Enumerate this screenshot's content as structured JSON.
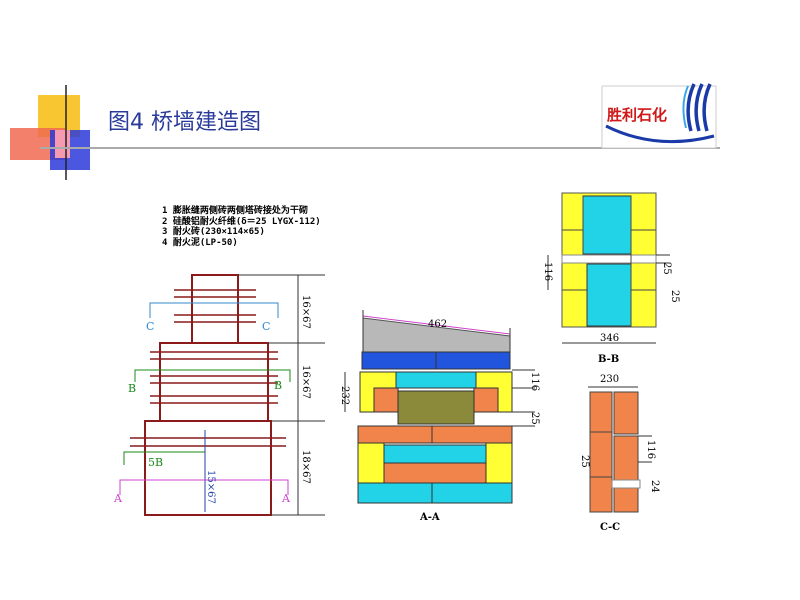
{
  "slide": {
    "title": "图4  桥墙建造图",
    "logo_text": "胜利石化"
  },
  "notes": [
    "1  膨胀缝两侧砖两侧塔砖接处为干砌",
    "2  硅酸铝耐火纤维(δ＝25  LYGX-112)",
    "3  耐火砖(230×114×65)",
    "4  耐火泥(LP-50)"
  ],
  "elevation": {
    "dim_top": "16×67",
    "dim_mid": "16×67",
    "dim_bot": "18×67",
    "dim_inner": "15×67",
    "label_c_left": "C",
    "label_c_right": "C",
    "label_b_left": "B",
    "label_b_right": "B",
    "label_5b": "5B",
    "label_a_left": "A",
    "label_a_right": "A"
  },
  "section_aa": {
    "caption": "A-A",
    "dim_top": "462",
    "dim_left": "232",
    "dim_right_1": "116",
    "dim_right_2": "25"
  },
  "section_bb": {
    "caption": "B-B",
    "dim_bottom": "346",
    "dim_left": "116",
    "dim_right_1": "25",
    "dim_right_2": "25"
  },
  "section_cc": {
    "caption": "C-C",
    "dim_top": "230",
    "dim_left": "25",
    "dim_right_1": "116",
    "dim_right_2": "24"
  },
  "colors": {
    "title": "#2a3a9a",
    "wall_outline": "#8b1a1a",
    "fiber_yellow": "#ffff33",
    "brick_orange": "#f0844a",
    "cyan": "#22d3e8",
    "blue": "#2255dd",
    "olive": "#8a8a3a",
    "gray": "#b8b8b8"
  }
}
